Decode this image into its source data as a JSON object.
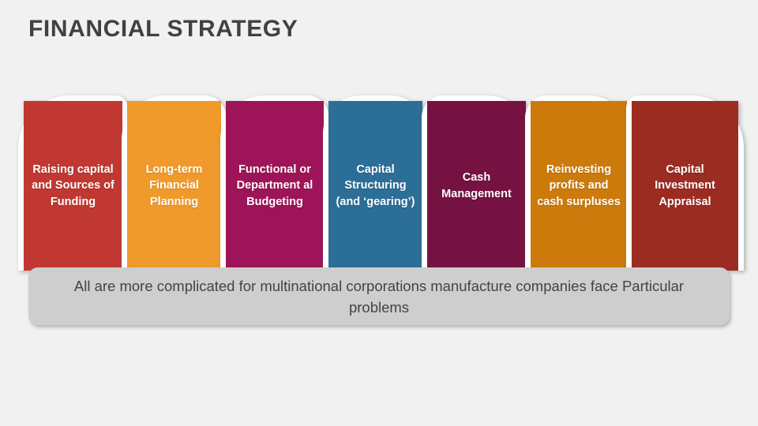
{
  "slide": {
    "title": "FINANCIAL STRATEGY",
    "background_color": "#f1f1f1",
    "title_color": "#414141"
  },
  "cards": [
    {
      "id": "raising-capital",
      "label": "Raising capital and Sources of Funding",
      "color": "#c03831",
      "text_color": "#ffffff"
    },
    {
      "id": "long-term-financial-planning",
      "label": "Long-term Financial Planning",
      "color": "#f09a2b",
      "text_color": "#ffffff"
    },
    {
      "id": "functional-departmental-budgeting",
      "label": "Functional or Department al Budgeting",
      "color": "#9e1458",
      "text_color": "#ffffff"
    },
    {
      "id": "capital-structuring",
      "label": "Capital Structuring (and ‘gearing’)",
      "color": "#2b6e97",
      "text_color": "#ffffff"
    },
    {
      "id": "cash-management",
      "label": "Cash Management",
      "color": "#761242",
      "text_color": "#ffffff"
    },
    {
      "id": "reinvesting-profits",
      "label": "Reinvesting profits and cash surpluses",
      "color": "#cc7a0c",
      "text_color": "#ffffff"
    },
    {
      "id": "capital-investment-appraisal",
      "label": "Capital Investment Appraisal",
      "color": "#9b2c22",
      "text_color": "#ffffff"
    }
  ],
  "banner": {
    "text": "All are more complicated for multinational corporations manufacture companies face Particular problems",
    "background_color": "#cecece",
    "text_color": "#434343"
  }
}
